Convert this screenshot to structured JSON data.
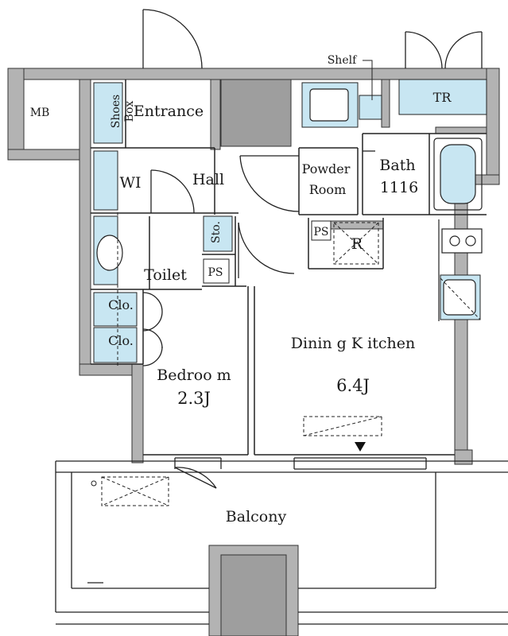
{
  "labels": {
    "mb": "MB",
    "shoes_box_1": "Shoes",
    "shoes_box_2": "Box",
    "entrance": "Entrance",
    "shelf": "Shelf",
    "tr": "TR",
    "wi": "WI",
    "hall": "Hall",
    "powder_room_1": "Powder",
    "powder_room_2": "Room",
    "bath": "Bath",
    "bath_size": "1116",
    "sto": "Sto.",
    "ps_top": "PS",
    "refrigerator": "R",
    "toilet": "Toilet",
    "ps_bottom": "PS",
    "closet_1": "Clo.",
    "closet_2": "Clo.",
    "dining_kitchen": "Dinin g K itchen",
    "dining_kitchen_size": "6.4J",
    "bedroom": "Bedroo m",
    "bedroom_size": "2.3J",
    "balcony": "Balcony"
  },
  "colors": {
    "wall": "#b3b3b3",
    "wall_edge": "#333333",
    "fixture_fill": "#c8e6f2",
    "line": "#222222",
    "pillar": "#9e9e9e"
  }
}
